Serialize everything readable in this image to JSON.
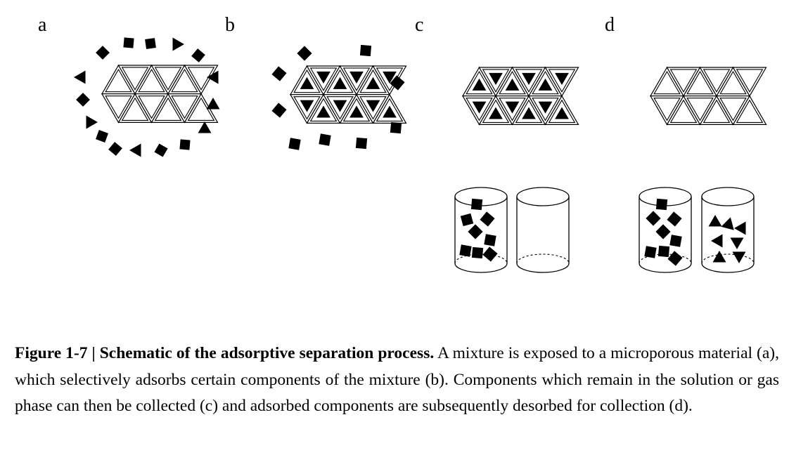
{
  "panels": [
    {
      "id": "a",
      "label": "a"
    },
    {
      "id": "b",
      "label": "b"
    },
    {
      "id": "c",
      "label": "c"
    },
    {
      "id": "d",
      "label": "d"
    }
  ],
  "caption": {
    "figure_ref": "Figure 1-7",
    "separator": " | ",
    "title": "Schematic of the adsorptive separation process.",
    "body": " A mixture is exposed to a microporous material (a), which selectively adsorbs certain components of the mixture (b). Components which remain in the solution or gas phase can then be collected (c) and adsorbed components are subsequently desorbed for collection (d)."
  },
  "colors": {
    "ink": "#000000",
    "background": "#ffffff"
  }
}
